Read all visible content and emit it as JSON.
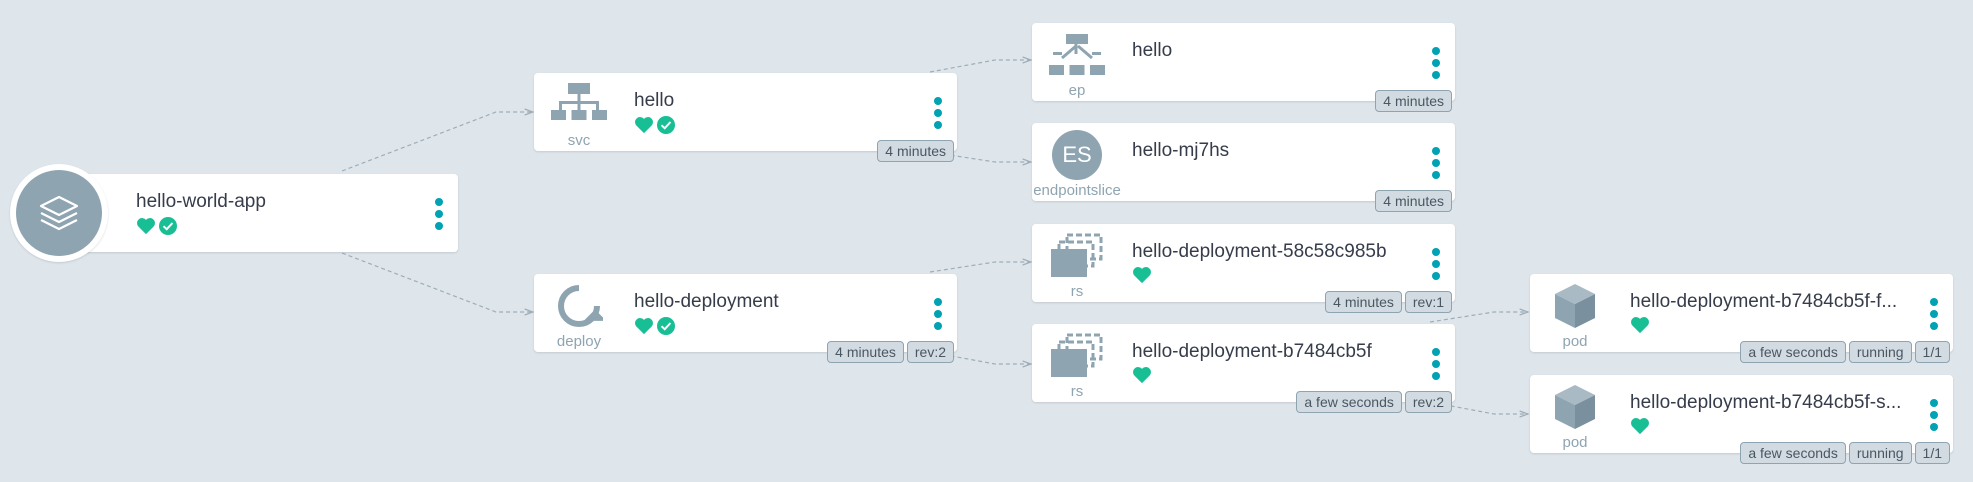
{
  "colors": {
    "healthy": "#18be94",
    "accent": "#00a2b3",
    "icon": "#8fa4b1",
    "edge": "#a0adb6"
  },
  "app": {
    "title": "hello-world-app",
    "status_icons": [
      "heart-icon",
      "check-circle-icon"
    ]
  },
  "nodes": {
    "svc": {
      "title": "hello",
      "kind": "svc",
      "tags": [
        "4 minutes"
      ]
    },
    "deploy": {
      "title": "hello-deployment",
      "kind": "deploy",
      "tags": [
        "4 minutes",
        "rev:2"
      ]
    },
    "ep": {
      "title": "hello",
      "kind": "ep",
      "tags": [
        "4 minutes"
      ]
    },
    "es": {
      "title": "hello-mj7hs",
      "kind": "endpointslice",
      "badge": "ES",
      "tags": [
        "4 minutes"
      ]
    },
    "rs1": {
      "title": "hello-deployment-58c58c985b",
      "kind": "rs",
      "tags": [
        "4 minutes",
        "rev:1"
      ]
    },
    "rs2": {
      "title": "hello-deployment-b7484cb5f",
      "kind": "rs",
      "tags": [
        "a few seconds",
        "rev:2"
      ]
    },
    "pod1": {
      "title": "hello-deployment-b7484cb5f-f...",
      "kind": "pod",
      "tags": [
        "a few seconds",
        "running",
        "1/1"
      ]
    },
    "pod2": {
      "title": "hello-deployment-b7484cb5f-s...",
      "kind": "pod",
      "tags": [
        "a few seconds",
        "running",
        "1/1"
      ]
    }
  }
}
